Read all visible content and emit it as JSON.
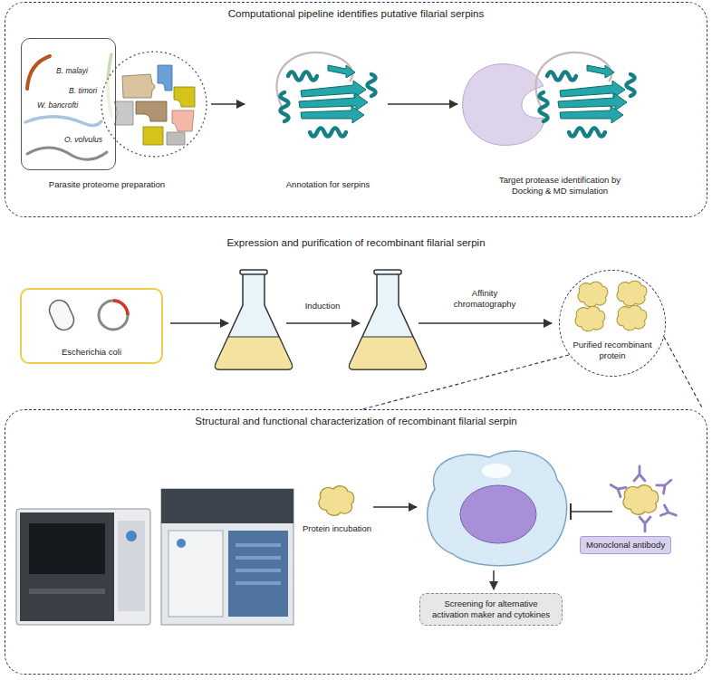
{
  "diagram": {
    "nodes": [
      {
        "text": [
          "Computational pipeline identifies putative filarial serpins"
        ]
      },
      {
        "text": [
          "B. malayi",
          "B. timori",
          "W. bancrofti",
          "O. volvulus"
        ],
        "in": 0
      },
      {
        "text": [
          "Escherichia coli"
        ]
      },
      {
        "text": [
          "Purified recombinant protein"
        ]
      },
      {
        "text": [
          "Structural and functional characterization of recombinant filarial serpin"
        ]
      },
      {
        "text": [
          "Screening for alternative activation maker and cytokines"
        ],
        "in": 4
      },
      {
        "text": [
          "Monoclonal antibody"
        ],
        "in": 4
      }
    ],
    "labels": [
      "Parasite proteome preparation",
      "Annotation for serpins",
      "Target protease identification by Docking & MD simulation",
      "Expression and purification of recombinant filarial serpin",
      "Induction",
      "Affinity chromatography",
      "Protein incubation"
    ]
  }
}
